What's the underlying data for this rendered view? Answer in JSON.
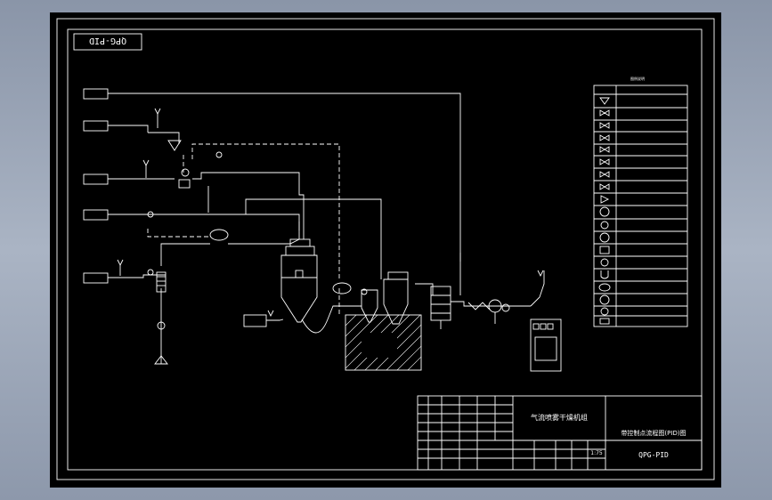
{
  "drawing": {
    "header_code": "QPG-PID",
    "title_block": {
      "project_name": "气流喷雾干燥机组",
      "drawing_title": "带控制点流程图(PID)图",
      "drawing_no": "QPG-PID",
      "scale_value": "1:75"
    },
    "legend_title": "图例说明"
  }
}
